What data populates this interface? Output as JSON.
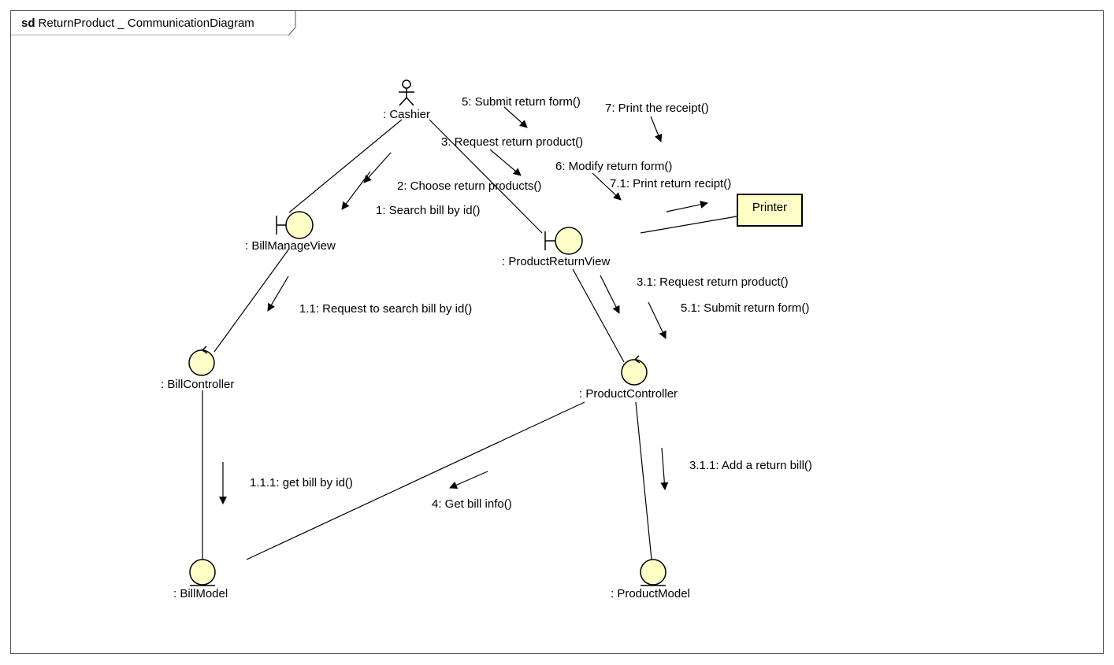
{
  "frame": {
    "keyword": "sd",
    "name": "ReturnProduct _ CommunicationDiagram"
  },
  "objects": {
    "cashier": ": Cashier",
    "bill_manage_view": ": BillManageView",
    "product_return_view": ": ProductReturnView",
    "printer": "Printer",
    "bill_controller": ": BillController",
    "product_controller": ": ProductController",
    "bill_model": ": BillModel",
    "product_model": ": ProductModel"
  },
  "messages": {
    "m5": "5: Submit return form()",
    "m7": "7: Print the receipt()",
    "m3": "3: Request return product()",
    "m6": "6: Modify return form()",
    "m71": "7.1: Print return recipt()",
    "m2": "2: Choose return products()",
    "m1": "1: Search bill by id()",
    "m11": "1.1: Request to search bill by id()",
    "m31": "3.1: Request return product()",
    "m51": "5.1: Submit return form()",
    "m111": "1.1.1: get bill by id()",
    "m4": "4: Get bill info()",
    "m311": "3.1.1: Add a return bill()"
  },
  "colors": {
    "element_fill": "#ffffc8",
    "line": "#000000",
    "frame": "#555555"
  }
}
